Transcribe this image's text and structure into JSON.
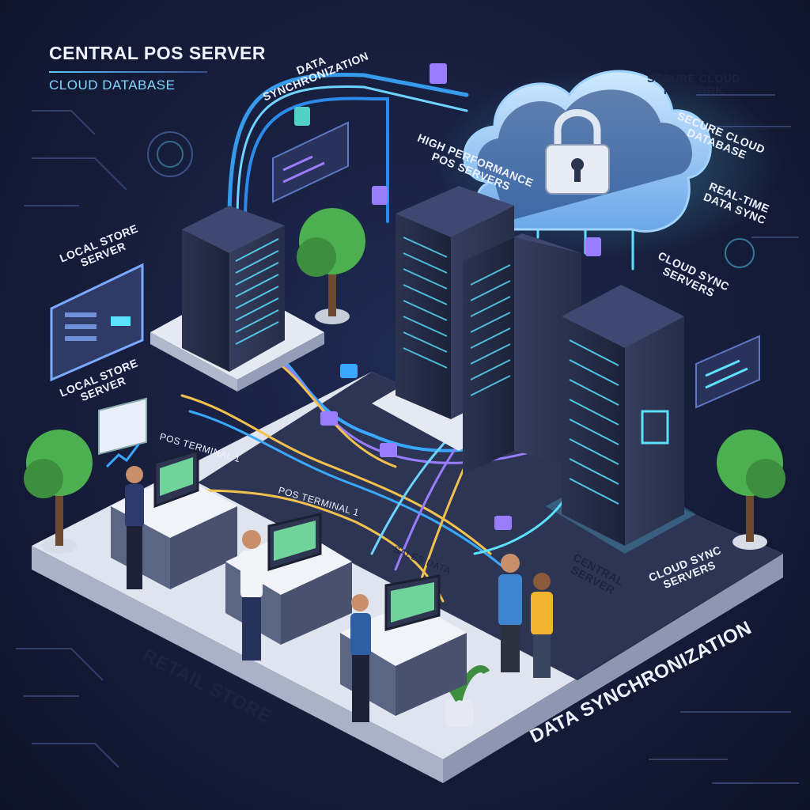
{
  "header": {
    "title": "CENTRAL POS SERVER",
    "subtitle": "CLOUD DATABASE"
  },
  "labels": {
    "data_sync_top": "DATA\nSYNCHRONIZATION",
    "secure_cloud_network": "SECURE CLOUD\nNETWORK",
    "secure_cloud_database": "SECURE CLOUD\nDATABASE",
    "high_performance": "HIGH PERFORMANCE\nPOS SERVERS",
    "real_time": "REAL-TIME\nDATA SYNC",
    "local_store_server_1": "LOCAL STORE\nSERVER",
    "local_store_server_2": "LOCAL STORE\nSERVER",
    "cloud_sync_servers_1": "CLOUD SYNC\nSERVERS",
    "cloud_sync_servers_2": "CLOUD SYNC\nSERVERS",
    "pos_terminal_a": "POS TERMINAL 1",
    "pos_terminal_b": "POS TERMINAL 1",
    "sales_data": "SALES DATA",
    "central_server": "CENTRAL\nSERVER",
    "retail_store": "RETAIL STORE",
    "data_sync_bottom": "DATA SYNCHRONIZATION"
  },
  "colors": {
    "background": "#161d3b",
    "platform": "#e9ecf4",
    "cable_blue": "#3aa8ff",
    "cable_gold": "#f2c14e",
    "cable_purple": "#9a7cff",
    "accent_cyan": "#5ce1ff"
  }
}
